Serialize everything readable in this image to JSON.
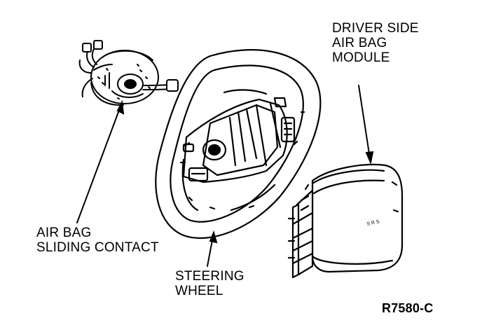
{
  "labels": {
    "airbag_module": [
      "DRIVER SIDE",
      "AIR BAG",
      "MODULE"
    ],
    "sliding_contact": [
      "AIR BAG",
      "SLIDING CONTACT"
    ],
    "steering_wheel": [
      "STEERING",
      "WHEEL"
    ],
    "figure_code": "R7580-C",
    "module_marking": "S R S"
  },
  "colors": {
    "ink": "#000000",
    "paper": "#ffffff"
  }
}
